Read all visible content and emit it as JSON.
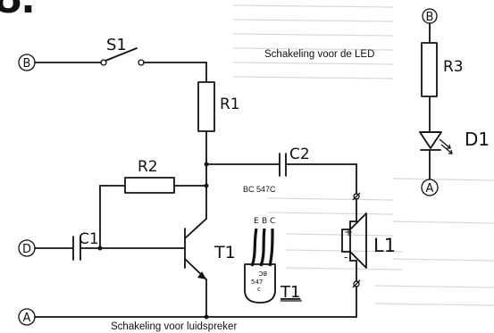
{
  "header": {
    "title_fragment": "8."
  },
  "led_circuit": {
    "caption": "Schakeling voor de LED",
    "node_top": "B",
    "node_bottom": "A",
    "resistor": "R3",
    "diode": "D1"
  },
  "speaker_circuit": {
    "caption": "Schakeling voor luidspreker",
    "nodes": {
      "b": "B",
      "d": "D",
      "a": "A"
    },
    "switch": "S1",
    "resistor_1": "R1",
    "resistor_2": "R2",
    "capacitor_1": "C1",
    "capacitor_2": "C2",
    "transistor": "T1",
    "speaker": "L1",
    "speaker_plus": "+",
    "speaker_minus": "-"
  },
  "transistor_detail": {
    "type": "BC 547C",
    "pins": [
      "E",
      "B",
      "C"
    ],
    "body_text_1": "BC",
    "body_text_2": "547",
    "body_text_3": "c",
    "label": "T1"
  },
  "colors": {
    "ink": "#111111",
    "paper": "#ffffff",
    "bleed": "#d8d8d8"
  }
}
